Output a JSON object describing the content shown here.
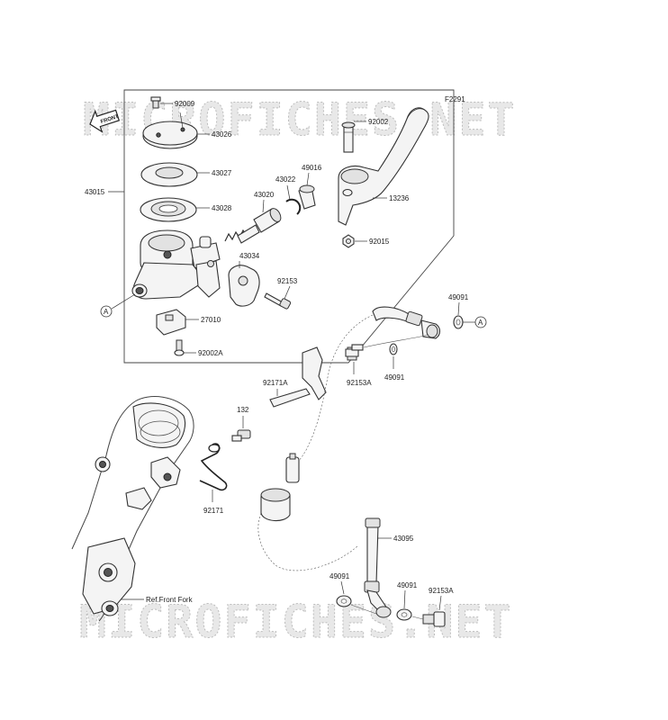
{
  "figure_code": "F2291",
  "front_arrow_label": "FRONT",
  "watermark": "MICROFICHES.NET",
  "callout_letter": "A",
  "labels": {
    "p92009": "92009",
    "p43026": "43026",
    "p43027": "43027",
    "p43028": "43028",
    "p43015": "43015",
    "p43022": "43022",
    "p49016": "49016",
    "p43020": "43020",
    "p92002": "92002",
    "p13236": "13236",
    "p92015": "92015",
    "p43034": "43034",
    "p92153": "92153",
    "p27010": "27010",
    "p92002A": "92002A",
    "p49091_top": "49091",
    "p92153A_mid": "92153A",
    "p49091_mid": "49091",
    "p92171A": "92171A",
    "p132": "132",
    "p92171": "92171",
    "p43095": "43095",
    "p49091_bl": "49091",
    "p49091_br": "49091",
    "p92153A_bot": "92153A",
    "ref_front_fork": "Ref.Front Fork"
  }
}
